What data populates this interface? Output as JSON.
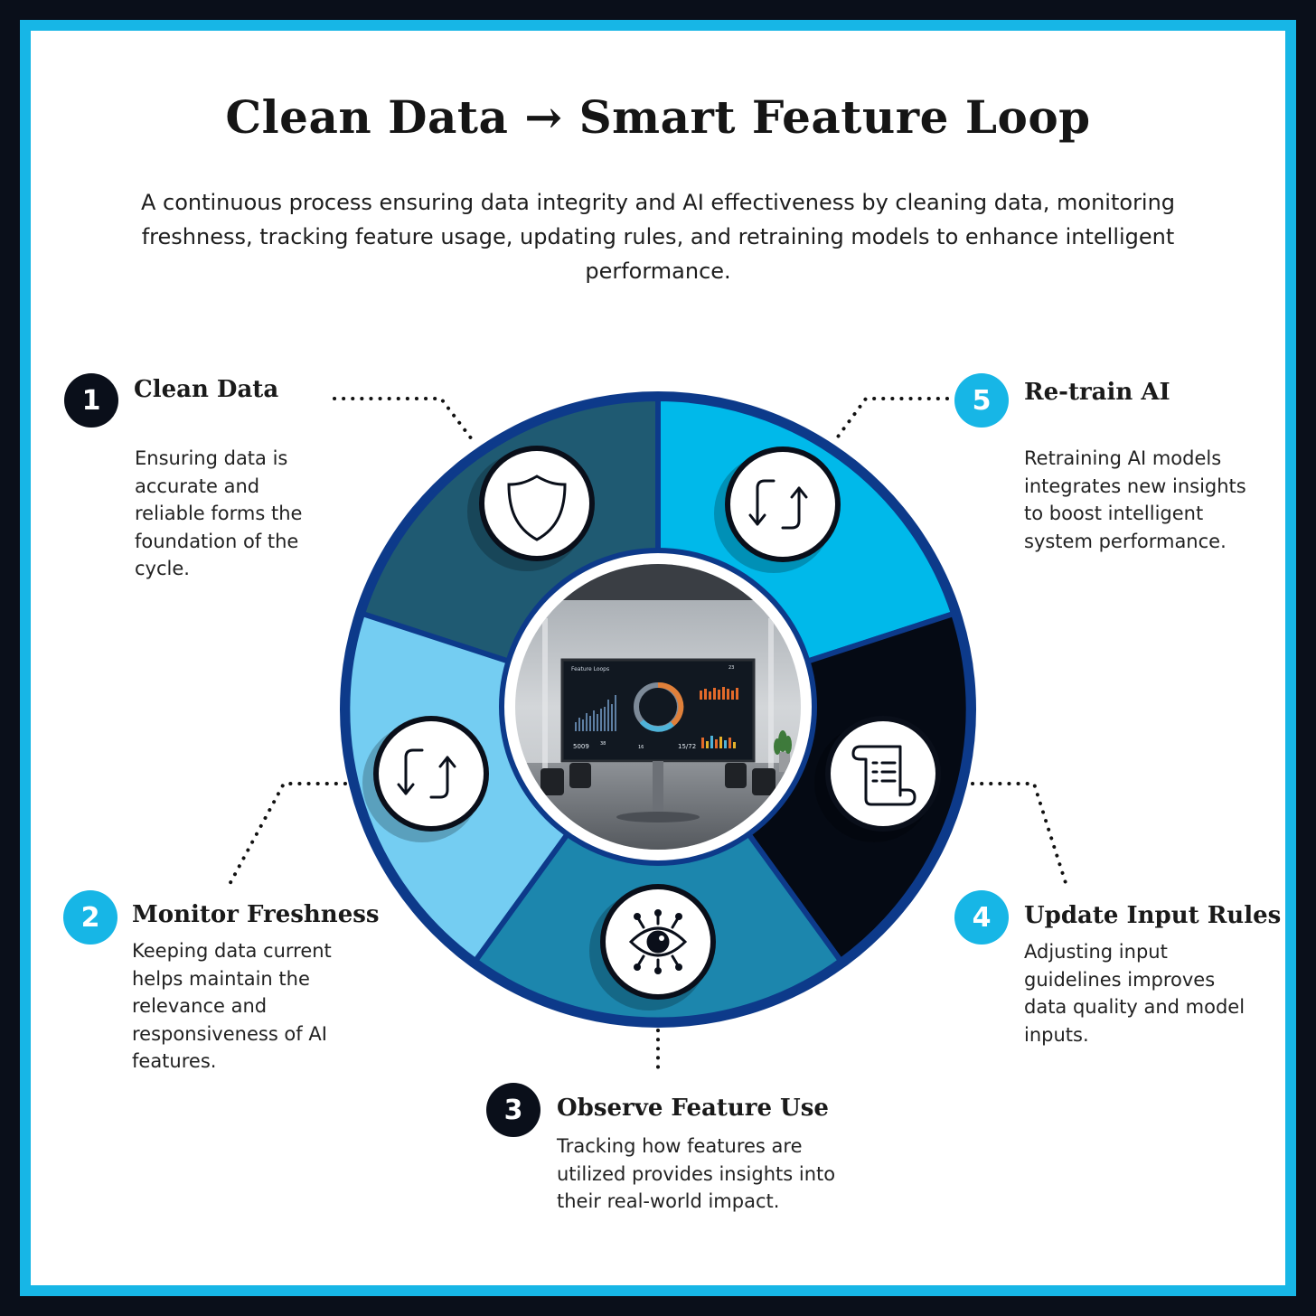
{
  "title": "Clean Data → Smart Feature Loop",
  "subtitle": "A continuous process ensuring data integrity and AI effectiveness by cleaning data, monitoring freshness, tracking feature usage, updating rules, and retraining models to enhance intelligent performance.",
  "colors": {
    "frame": "#17b6e6",
    "outer_border": "#0a0f1a",
    "ring_outline": "#0d3a8a",
    "segment_clean_data": "#1f5a72",
    "segment_retrain": "#00b9ea",
    "segment_update_rules": "#050a14",
    "segment_observe": "#1c86ad",
    "segment_monitor": "#74cdf2"
  },
  "steps": [
    {
      "number": "1",
      "title": "Clean Data",
      "description": "Ensuring data is accurate and reliable forms the foundation of the cycle.",
      "icon": "shield-icon"
    },
    {
      "number": "2",
      "title": "Monitor Freshness",
      "description": "Keeping data current helps maintain the relevance and responsiveness of AI features.",
      "icon": "refresh-arrows-icon"
    },
    {
      "number": "3",
      "title": "Observe Feature Use",
      "description": "Tracking how features are utilized provides insights into their real-world impact.",
      "icon": "circuit-eye-icon"
    },
    {
      "number": "4",
      "title": "Update Input Rules",
      "description": "Adjusting input guidelines improves data quality and model inputs.",
      "icon": "scroll-list-icon"
    },
    {
      "number": "5",
      "title": "Re-train AI",
      "description": "Retraining AI models integrates new insights to boost intelligent system performance.",
      "icon": "refresh-arrows-icon"
    }
  ],
  "center_image": {
    "screen_title": "Feature Loops",
    "stats": [
      "5009",
      "38",
      "16",
      "15/72",
      "23"
    ]
  }
}
